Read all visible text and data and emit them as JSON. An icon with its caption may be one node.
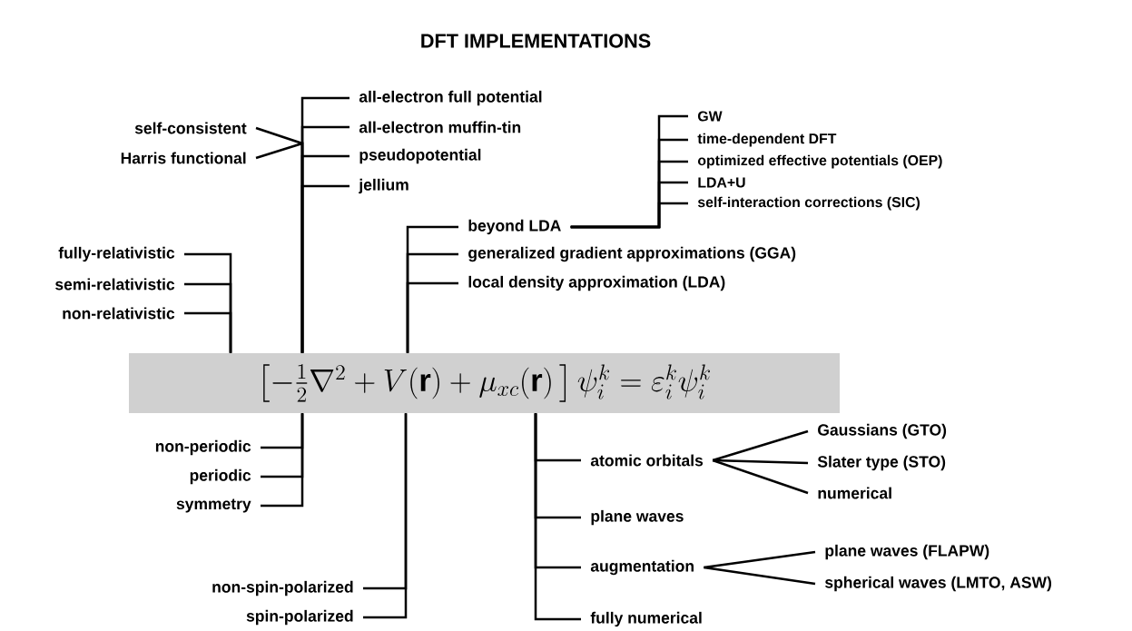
{
  "diagram": {
    "title": "DFT IMPLEMENTATIONS",
    "nodes": [
      {
        "text": [
          "\\left[-\\tfrac{1}{2}\\nabla^{2}+V(\\mathbf{r})+\\mu_{xc}(\\mathbf{r})\\,\\right]\\psi_{i}^{k}=\\varepsilon_{i}^{k}\\psi_{i}^{k}"
        ]
      },
      {
        "text": [
          "all-electron full potential"
        ]
      },
      {
        "text": [
          "all-electron muffin-tin"
        ]
      },
      {
        "text": [
          "pseudopotential"
        ]
      },
      {
        "text": [
          "jellium"
        ]
      },
      {
        "text": [
          "self-consistent"
        ]
      },
      {
        "text": [
          "Harris functional"
        ]
      },
      {
        "text": [
          "fully-relativistic"
        ]
      },
      {
        "text": [
          "semi-relativistic"
        ]
      },
      {
        "text": [
          "non-relativistic"
        ]
      },
      {
        "text": [
          "beyond LDA"
        ]
      },
      {
        "text": [
          "generalized gradient approximations (GGA)"
        ]
      },
      {
        "text": [
          "local density approximation (LDA)"
        ]
      },
      {
        "text": [
          "GW"
        ]
      },
      {
        "text": [
          "time-dependent DFT"
        ]
      },
      {
        "text": [
          "optimized effective potentials (OEP)"
        ]
      },
      {
        "text": [
          "LDA+U"
        ]
      },
      {
        "text": [
          "self-interaction corrections (SIC)"
        ]
      },
      {
        "text": [
          "non-periodic"
        ]
      },
      {
        "text": [
          "periodic"
        ]
      },
      {
        "text": [
          "symmetry"
        ]
      },
      {
        "text": [
          "non-spin-polarized"
        ]
      },
      {
        "text": [
          "spin-polarized"
        ]
      },
      {
        "text": [
          "atomic orbitals"
        ]
      },
      {
        "text": [
          "plane waves"
        ]
      },
      {
        "text": [
          "augmentation"
        ]
      },
      {
        "text": [
          "fully numerical"
        ]
      },
      {
        "text": [
          "Gaussians (GTO)"
        ]
      },
      {
        "text": [
          "Slater type (STO)"
        ]
      },
      {
        "text": [
          "numerical"
        ]
      },
      {
        "text": [
          "plane waves (FLAPW)"
        ]
      },
      {
        "text": [
          "spherical waves (LMTO, ASW)"
        ]
      }
    ],
    "edges": [
      {
        "from": 0,
        "to": 1,
        "arrow": "none"
      },
      {
        "from": 0,
        "to": 2,
        "arrow": "none"
      },
      {
        "from": 0,
        "to": 3,
        "arrow": "none"
      },
      {
        "from": 0,
        "to": 4,
        "arrow": "none"
      },
      {
        "from": 5,
        "to": 0,
        "arrow": "none"
      },
      {
        "from": 6,
        "to": 0,
        "arrow": "none"
      },
      {
        "from": 0,
        "to": 7,
        "arrow": "none"
      },
      {
        "from": 0,
        "to": 8,
        "arrow": "none"
      },
      {
        "from": 0,
        "to": 9,
        "arrow": "none"
      },
      {
        "from": 0,
        "to": 10,
        "arrow": "none"
      },
      {
        "from": 0,
        "to": 11,
        "arrow": "none"
      },
      {
        "from": 0,
        "to": 12,
        "arrow": "none"
      },
      {
        "from": 10,
        "to": 13,
        "arrow": "none"
      },
      {
        "from": 10,
        "to": 14,
        "arrow": "none"
      },
      {
        "from": 10,
        "to": 15,
        "arrow": "none"
      },
      {
        "from": 10,
        "to": 16,
        "arrow": "none"
      },
      {
        "from": 10,
        "to": 17,
        "arrow": "none"
      },
      {
        "from": 0,
        "to": 18,
        "arrow": "none"
      },
      {
        "from": 0,
        "to": 19,
        "arrow": "none"
      },
      {
        "from": 0,
        "to": 20,
        "arrow": "none"
      },
      {
        "from": 0,
        "to": 21,
        "arrow": "none"
      },
      {
        "from": 0,
        "to": 22,
        "arrow": "none"
      },
      {
        "from": 0,
        "to": 23,
        "arrow": "none"
      },
      {
        "from": 0,
        "to": 24,
        "arrow": "none"
      },
      {
        "from": 0,
        "to": 25,
        "arrow": "none"
      },
      {
        "from": 0,
        "to": 26,
        "arrow": "none"
      },
      {
        "from": 23,
        "to": 27,
        "arrow": "none"
      },
      {
        "from": 23,
        "to": 28,
        "arrow": "none"
      },
      {
        "from": 23,
        "to": 29,
        "arrow": "none"
      },
      {
        "from": 25,
        "to": 30,
        "arrow": "none"
      },
      {
        "from": 25,
        "to": 31,
        "arrow": "none"
      }
    ]
  }
}
